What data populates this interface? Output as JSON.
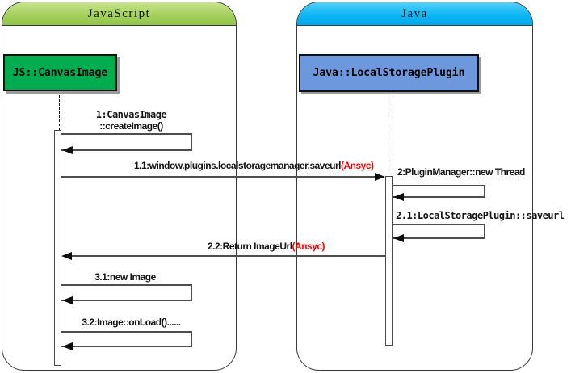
{
  "frames": [
    {
      "title": "JavaScript"
    },
    {
      "title": "Java"
    }
  ],
  "objects": [
    {
      "label": "JS::CanvasImage"
    },
    {
      "label": "Java::LocalStoragePlugin"
    }
  ],
  "messages": {
    "m1": {
      "line1": "1:CanvasImage",
      "line2": "::createImage()"
    },
    "m2": {
      "text": "1.1:window.plugins.localstoragemanager.saveurl",
      "suffix": "(Ansyc)"
    },
    "m3": {
      "text": "2:PluginManager::new Thread"
    },
    "m4": {
      "text": "2.1:LocalStoragePlugin::saveurl"
    },
    "m5": {
      "text": "2.2:Return ImageUrl",
      "suffix": "(Ansyc)"
    },
    "m6": {
      "text": "3.1:new Image"
    },
    "m7": {
      "text": "3.2:Image::onLoad()......"
    }
  },
  "colors": {
    "js_frame_header": "#A5D05E",
    "java_frame_header": "#00B0F0",
    "js_object": "#00AC50",
    "java_object": "#6E98DD",
    "async_label": "#FF0000"
  }
}
